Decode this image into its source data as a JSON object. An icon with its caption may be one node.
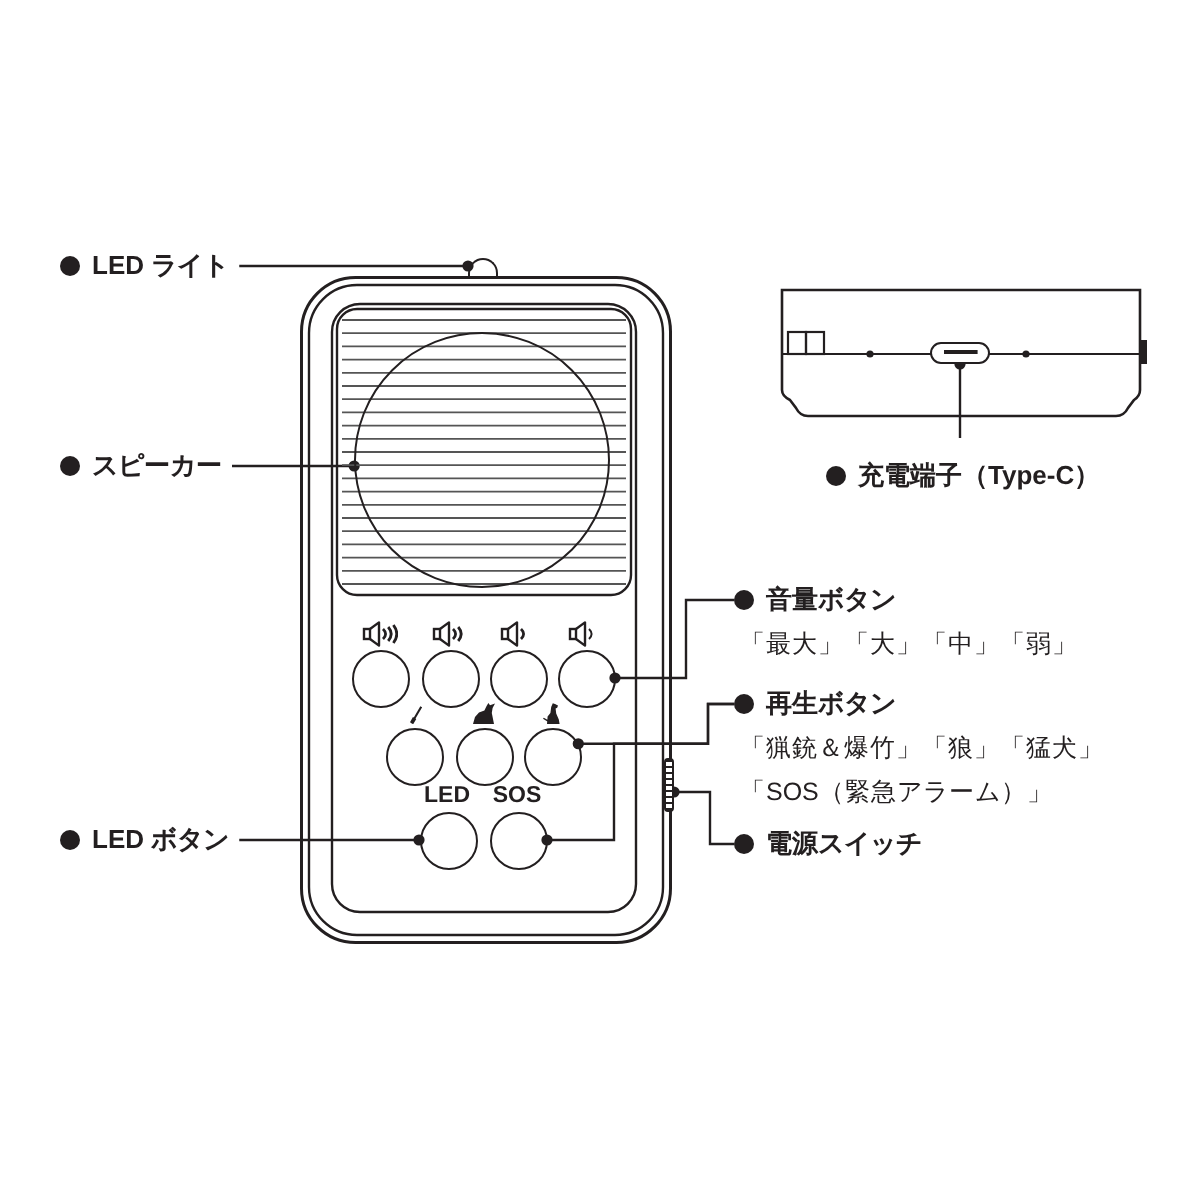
{
  "diagram": {
    "nodes": [
      {
        "text": [
          "LED ライト"
        ]
      },
      {
        "text": [],
        "shape": "circle"
      },
      {
        "text": [],
        "shape": "picture"
      },
      {
        "text": [],
        "shape": "circle",
        "in": 2
      },
      {
        "text": [],
        "shape": "circle",
        "in": 2
      },
      {
        "text": [],
        "shape": "circle",
        "in": 2
      },
      {
        "text": [],
        "shape": "circle",
        "in": 2
      },
      {
        "text": [],
        "shape": "circle",
        "in": 2
      },
      {
        "text": [],
        "shape": "circle",
        "in": 2
      },
      {
        "text": [],
        "shape": "circle",
        "in": 2
      },
      {
        "text": [],
        "shape": "circle",
        "in": 2
      },
      {
        "text": [
          "LED"
        ],
        "in": 2
      },
      {
        "text": [
          "SOS"
        ],
        "in": 2
      },
      {
        "text": [],
        "shape": "bar"
      },
      {
        "text": [],
        "shape": "picture"
      },
      {
        "text": [],
        "shape": "box",
        "in": 14
      },
      {
        "text": [
          "充電端子（Type-C）"
        ]
      },
      {
        "text": [
          "スピーカー"
        ]
      },
      {
        "text": [
          "音量ボタン",
          "「最大」「大」「中」「弱」"
        ]
      },
      {
        "text": [
          "再生ボタン",
          "「猟銃＆爆竹」「狼」「猛犬」「SOS（緊急アラーム）」"
        ]
      },
      {
        "text": [
          "電源スイッチ"
        ]
      },
      {
        "text": [
          "LED ボタン"
        ]
      }
    ],
    "edges": [
      {
        "from": 0,
        "to": 1,
        "arrow": "other"
      },
      {
        "from": 17,
        "to": 3,
        "arrow": "other"
      },
      {
        "from": 18,
        "to": 7,
        "arrow": "other"
      },
      {
        "from": 19,
        "to": 10,
        "arrow": "other"
      },
      {
        "from": 19,
        "to": 12,
        "arrow": "other"
      },
      {
        "from": 20,
        "to": 13,
        "arrow": "other"
      },
      {
        "from": 21,
        "to": 11,
        "arrow": "other"
      },
      {
        "from": 16,
        "to": 15,
        "arrow": "other"
      }
    ]
  }
}
